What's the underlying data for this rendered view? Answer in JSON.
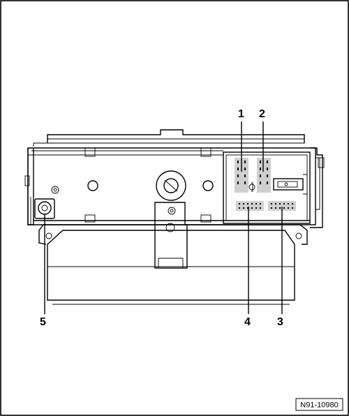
{
  "diagram": {
    "callouts": [
      {
        "id": "1",
        "label": "1"
      },
      {
        "id": "2",
        "label": "2"
      },
      {
        "id": "3",
        "label": "3"
      },
      {
        "id": "4",
        "label": "4"
      },
      {
        "id": "5",
        "label": "5"
      }
    ],
    "reference_code": "N91-10980"
  }
}
